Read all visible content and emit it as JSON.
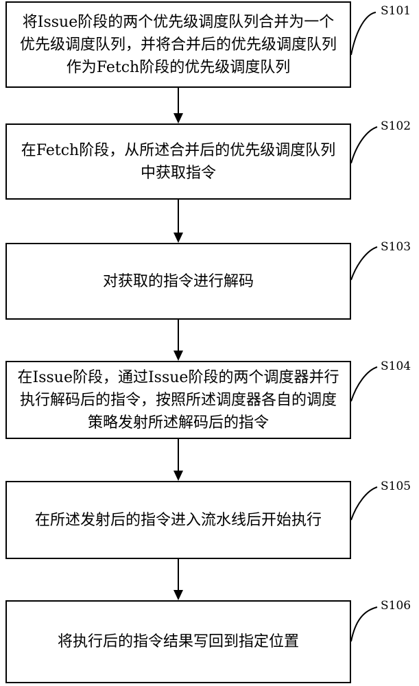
{
  "steps": [
    {
      "label": "S101",
      "text": "将Issue阶段的两个优先级调度队列合并为一个优先级调度队列，并将合并后的优先级调度队列作为Fetch阶段的优先级调度队列"
    },
    {
      "label": "S102",
      "text": "在Fetch阶段，从所述合并后的优先级调度队列中获取指令"
    },
    {
      "label": "S103",
      "text": "对获取的指令进行解码"
    },
    {
      "label": "S104",
      "text": "在Issue阶段，通过Issue阶段的两个调度器并行执行解码后的指令，按照所述调度器各自的调度策略发射所述解码后的指令"
    },
    {
      "label": "S105",
      "text": "在所述发射后的指令进入流水线后开始执行"
    },
    {
      "label": "S106",
      "text": "将执行后的指令结果写回到指定位置"
    }
  ]
}
